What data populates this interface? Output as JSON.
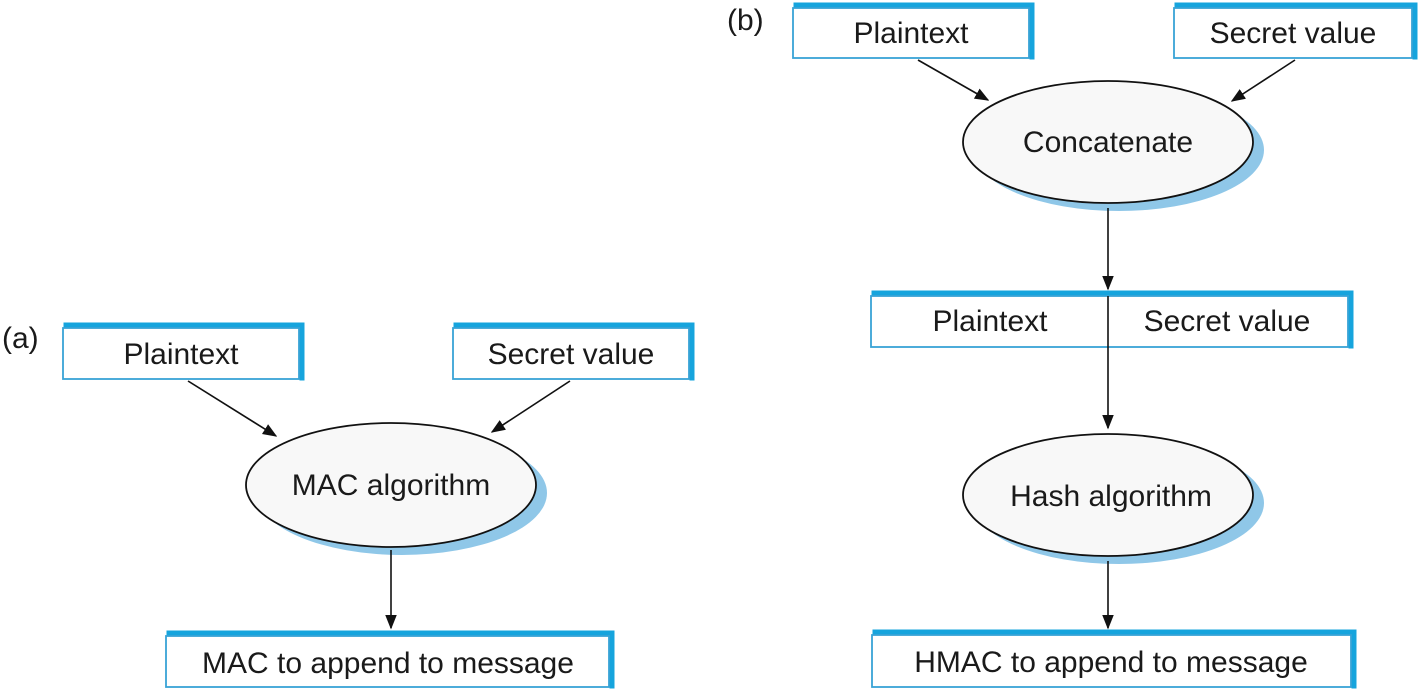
{
  "panel_a": {
    "label": "(a)",
    "plaintext": "Plaintext",
    "secret": "Secret value",
    "mac_algorithm": "MAC algorithm",
    "output": "MAC to append to message"
  },
  "panel_b": {
    "label": "(b)",
    "plaintext": "Plaintext",
    "secret": "Secret value",
    "concatenate": "Concatenate",
    "concat_plaintext": "Plaintext",
    "concat_secret": "Secret value",
    "hash_algorithm": "Hash algorithm",
    "output": "HMAC to append to message"
  },
  "colors": {
    "accent_shadow": "#16a4dd",
    "ellipse_shadow": "#8fc7e8"
  }
}
